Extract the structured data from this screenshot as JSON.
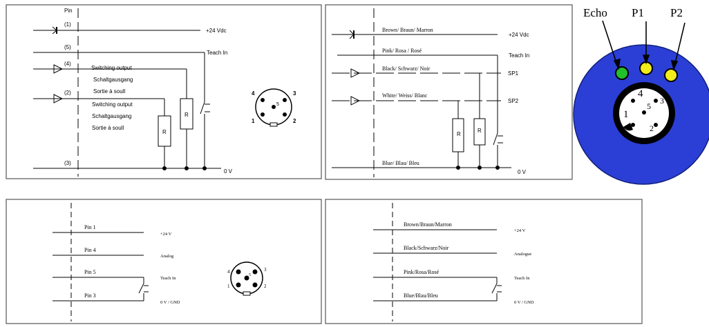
{
  "panel1": {
    "pin_header": "Pin",
    "pin_1": "(1)",
    "pin_5": "(5)",
    "pin_4": "(4)",
    "pin_2": "(2)",
    "pin_3": "(3)",
    "supply": "+24 Vdc",
    "teach_in": "Teach In",
    "output_a": [
      "Switching output",
      "Schaltgausgang",
      "Sortie à soull"
    ],
    "output_b": [
      "Switching output",
      "Schaltgausgang",
      "Sortie à soull"
    ],
    "resistor": "R",
    "ground": "0 V",
    "connector_pins": [
      "4",
      "3",
      "5",
      "1",
      "2"
    ]
  },
  "panel2": {
    "wire_brown": "Brown/ Braun/ Marron",
    "wire_pink": "Pink/ Rosa / Rosé",
    "wire_black": "Black/ Schwarz/ Noir",
    "wire_white": "White/ Weiss/ Blanc",
    "wire_blue": "Blue/ Blau/ Bleu",
    "supply": "+24 Vdc",
    "teach_in": "Teach In",
    "sp1": "SP1",
    "sp2": "SP2",
    "resistor": "R",
    "ground": "0 V"
  },
  "panel3": {
    "echo": "Echo",
    "p1": "P1",
    "p2": "P2",
    "pins": [
      "4",
      "3",
      "5",
      "1",
      "2"
    ],
    "colors": {
      "blue": "#2b3fd6",
      "green": "#22c02a",
      "yellow": "#f2ec1a",
      "black": "#000000"
    }
  },
  "panel4": {
    "pin1": "Pin 1",
    "pin4": "Pin 4",
    "pin5": "Pin 5",
    "pin3": "Pin 3",
    "supply": "+24 V",
    "analog": "Analog",
    "teach_in": "Teach In",
    "ground": "0 V / GND",
    "connector_pins": [
      "4",
      "3",
      "5",
      "1",
      "2"
    ]
  },
  "panel5": {
    "wire_brown": "Brown/Braun/Marron",
    "wire_black": "Black/Schwarz/Noir",
    "wire_pink": "Pink/Rosa/Rosé",
    "wire_blue": "Blue/Blau/Bleu",
    "supply": "+24 V",
    "analog": "Analogue",
    "teach_in": "Teach In",
    "ground": "0 V / GND"
  }
}
